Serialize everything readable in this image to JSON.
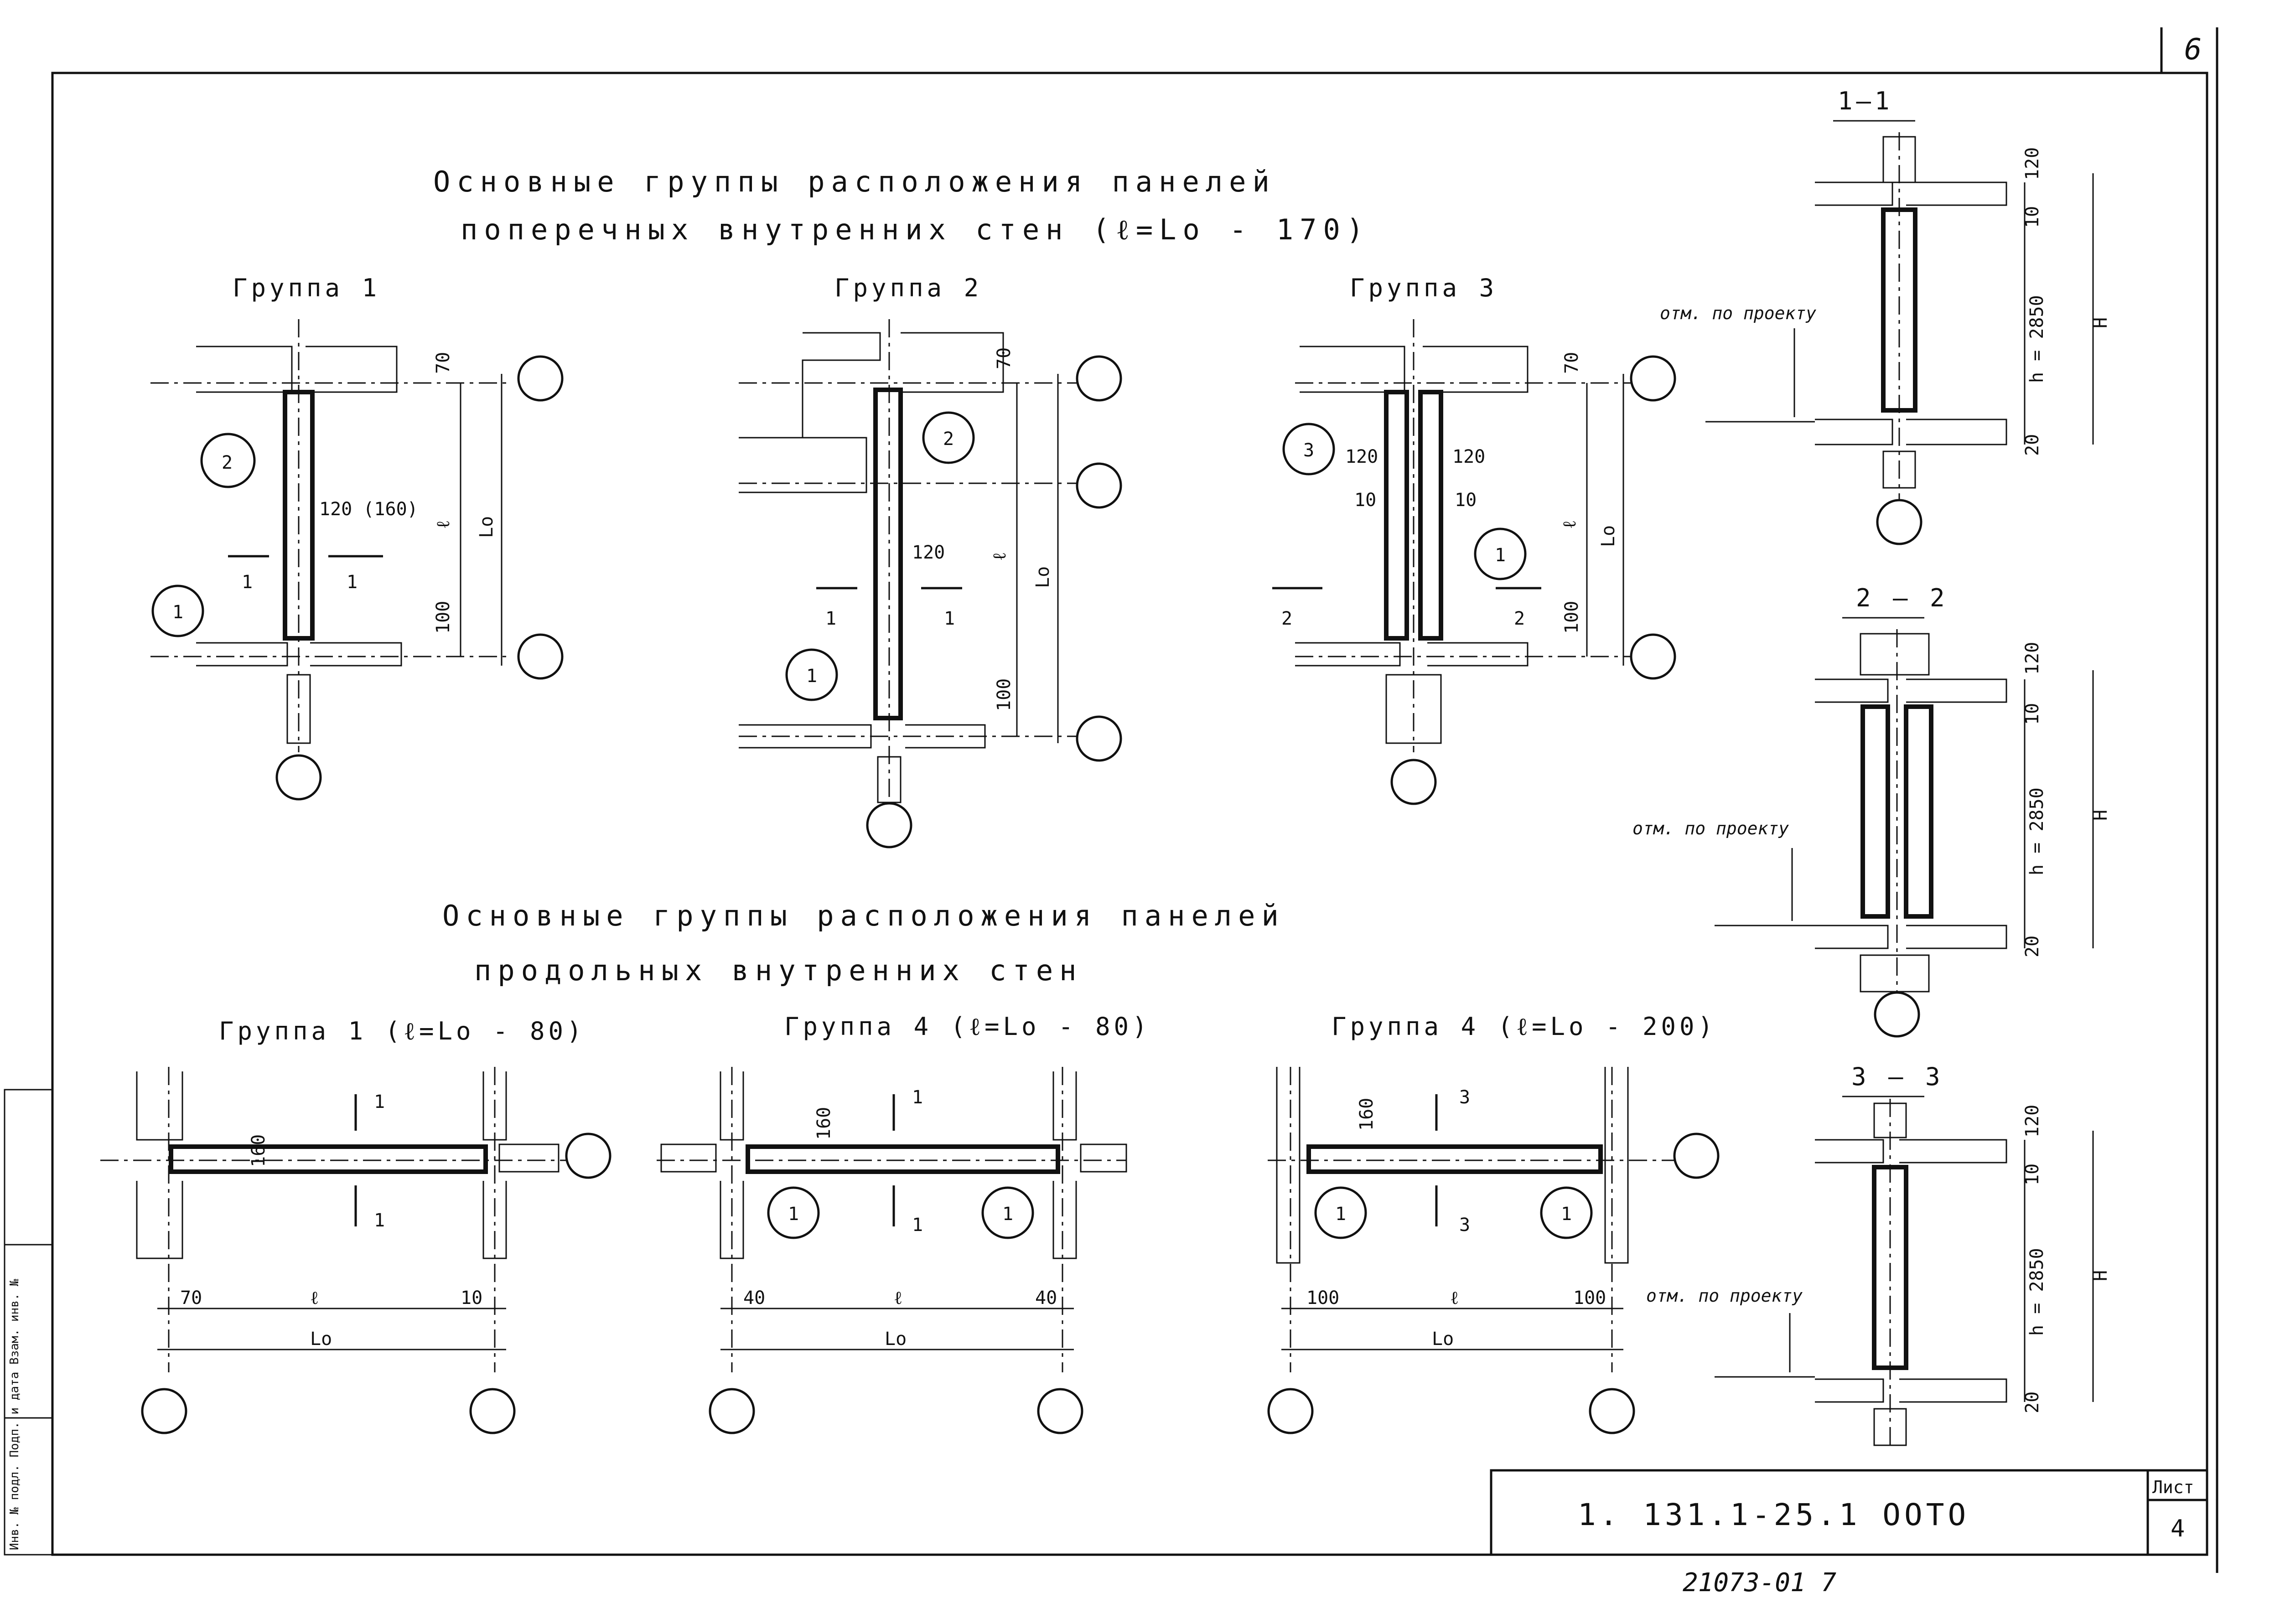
{
  "sheet_corner_number": "6",
  "top_section": {
    "title_line1": "Основные группы расположения панелей",
    "title_line2": "поперечных внутренних стен (ℓ=Lo - 170)",
    "groups": [
      {
        "label": "Группа 1",
        "dims": [
          "70",
          "100",
          "ℓ",
          "Lo",
          "120 (160)"
        ],
        "markers": [
          "1",
          "2"
        ],
        "section_marks": [
          "1",
          "1"
        ]
      },
      {
        "label": "Группа 2",
        "dims": [
          "70",
          "100",
          "ℓ",
          "Lo",
          "120"
        ],
        "markers": [
          "1",
          "2"
        ],
        "section_marks": [
          "1",
          "1"
        ]
      },
      {
        "label": "Группа 3",
        "dims": [
          "70",
          "100",
          "ℓ",
          "Lo",
          "120",
          "120",
          "10",
          "10"
        ],
        "markers": [
          "3",
          "1"
        ],
        "section_marks": [
          "2",
          "2"
        ]
      }
    ]
  },
  "bottom_section": {
    "title_line1": "Основные группы расположения панелей",
    "title_line2": "продольных внутренних стен",
    "groups": [
      {
        "label": "Группа 1 (ℓ=Lo - 80)",
        "dims": [
          "160",
          "70",
          "10",
          "ℓ",
          "Lo"
        ],
        "section_marks": [
          "1",
          "1"
        ],
        "markers": []
      },
      {
        "label": "Группа 4 (ℓ=Lo - 80)",
        "dims": [
          "160",
          "40",
          "40",
          "ℓ",
          "Lo"
        ],
        "section_marks": [
          "1",
          "1"
        ],
        "markers": [
          "1",
          "1"
        ]
      },
      {
        "label": "Группа 4 (ℓ=Lo - 200)",
        "dims": [
          "160",
          "100",
          "100",
          "ℓ",
          "Lo"
        ],
        "section_marks": [
          "3",
          "3"
        ],
        "markers": [
          "1",
          "1"
        ]
      }
    ]
  },
  "sections": [
    {
      "label": "1—1",
      "note": "отм. по проекту",
      "dims": [
        "120",
        "10",
        "h = 2850",
        "20",
        "H"
      ]
    },
    {
      "label": "2 — 2",
      "note": "отм. по проекту",
      "dims": [
        "120",
        "10",
        "h = 2850",
        "20",
        "H"
      ]
    },
    {
      "label": "3 — 3",
      "note": "отм. по проекту",
      "dims": [
        "120",
        "10",
        "h = 2850",
        "20",
        "H"
      ]
    }
  ],
  "title_block": {
    "code": "1. 131.1-25.1 ООТО",
    "sheet_label": "Лист",
    "sheet_number": "4"
  },
  "side_stamp": "Инв. № подл. Подп. и дата Взам. инв. №",
  "bottom_code": "21073-01   7"
}
